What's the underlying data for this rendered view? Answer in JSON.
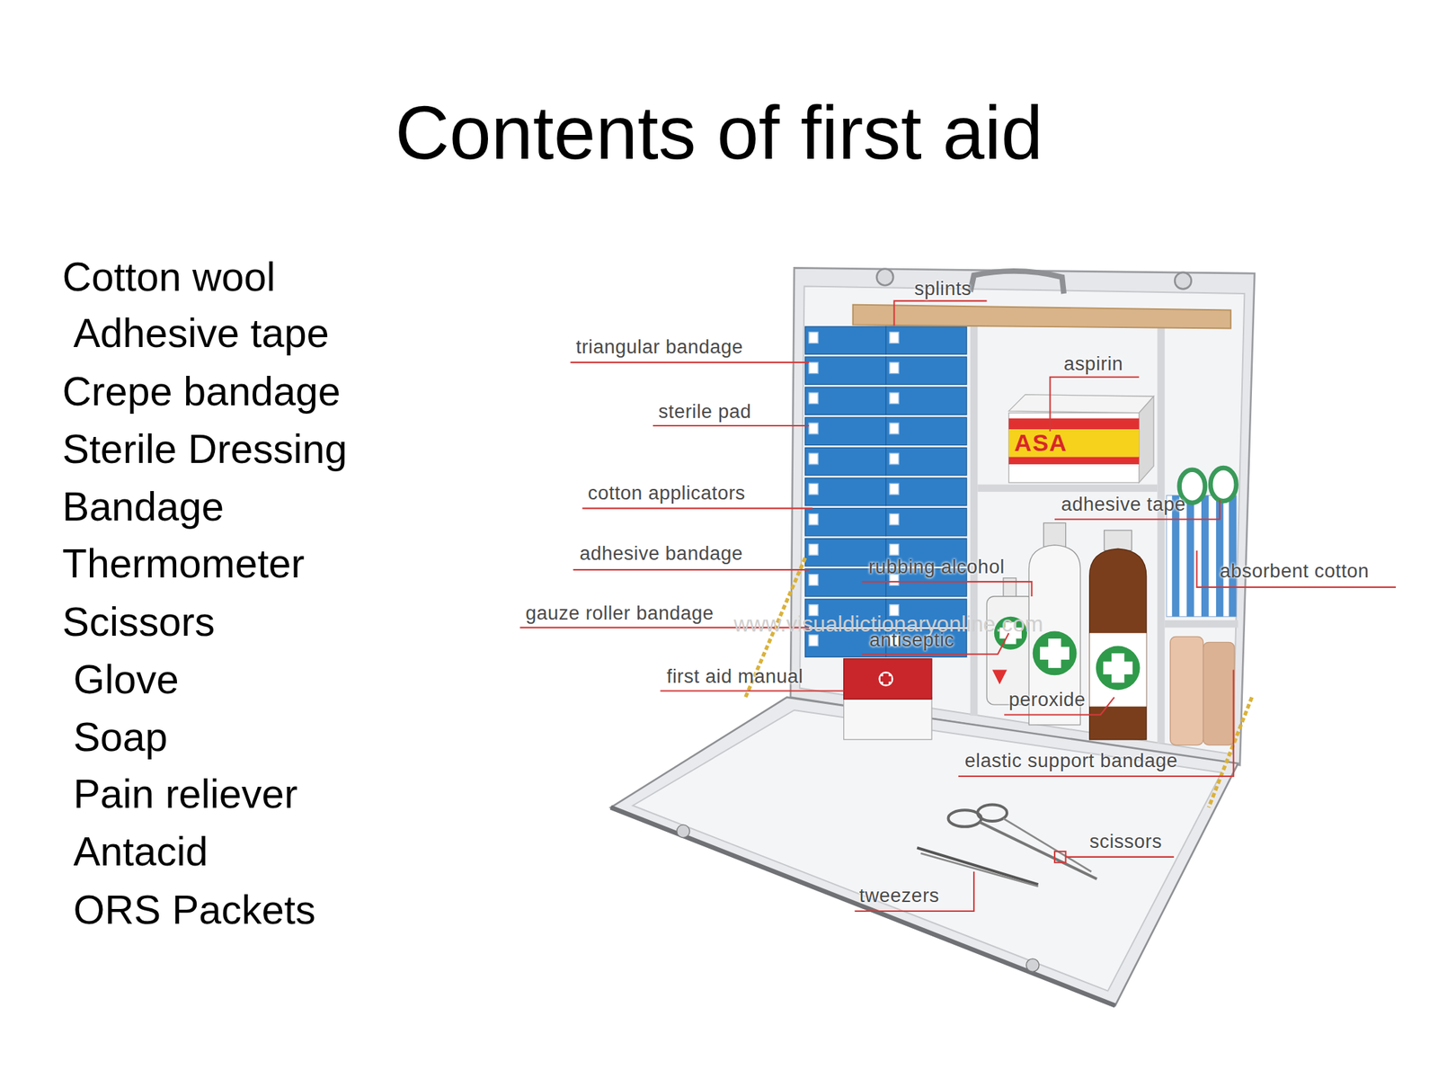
{
  "diagram": {
    "title": "Contents of first aid",
    "labels": [
      "Cotton wool",
      "Adhesive tape",
      "Crepe bandage",
      "Sterile Dressing",
      "Bandage",
      "Thermometer",
      "Scissors",
      "Glove",
      "Soap",
      "Pain reliever",
      "Antacid",
      "ORS Packets",
      "splints",
      "triangular bandage",
      "aspirin",
      "sterile pad",
      "cotton applicators",
      "adhesive tape",
      "adhesive bandage",
      "rubbing alcohol",
      "absorbent cotton",
      "gauze roller bandage",
      "antiseptic",
      "first aid manual",
      "peroxide",
      "elastic support bandage",
      "scissors",
      "tweezers",
      "ASA",
      "www.visualdictionaryonline.com"
    ]
  }
}
